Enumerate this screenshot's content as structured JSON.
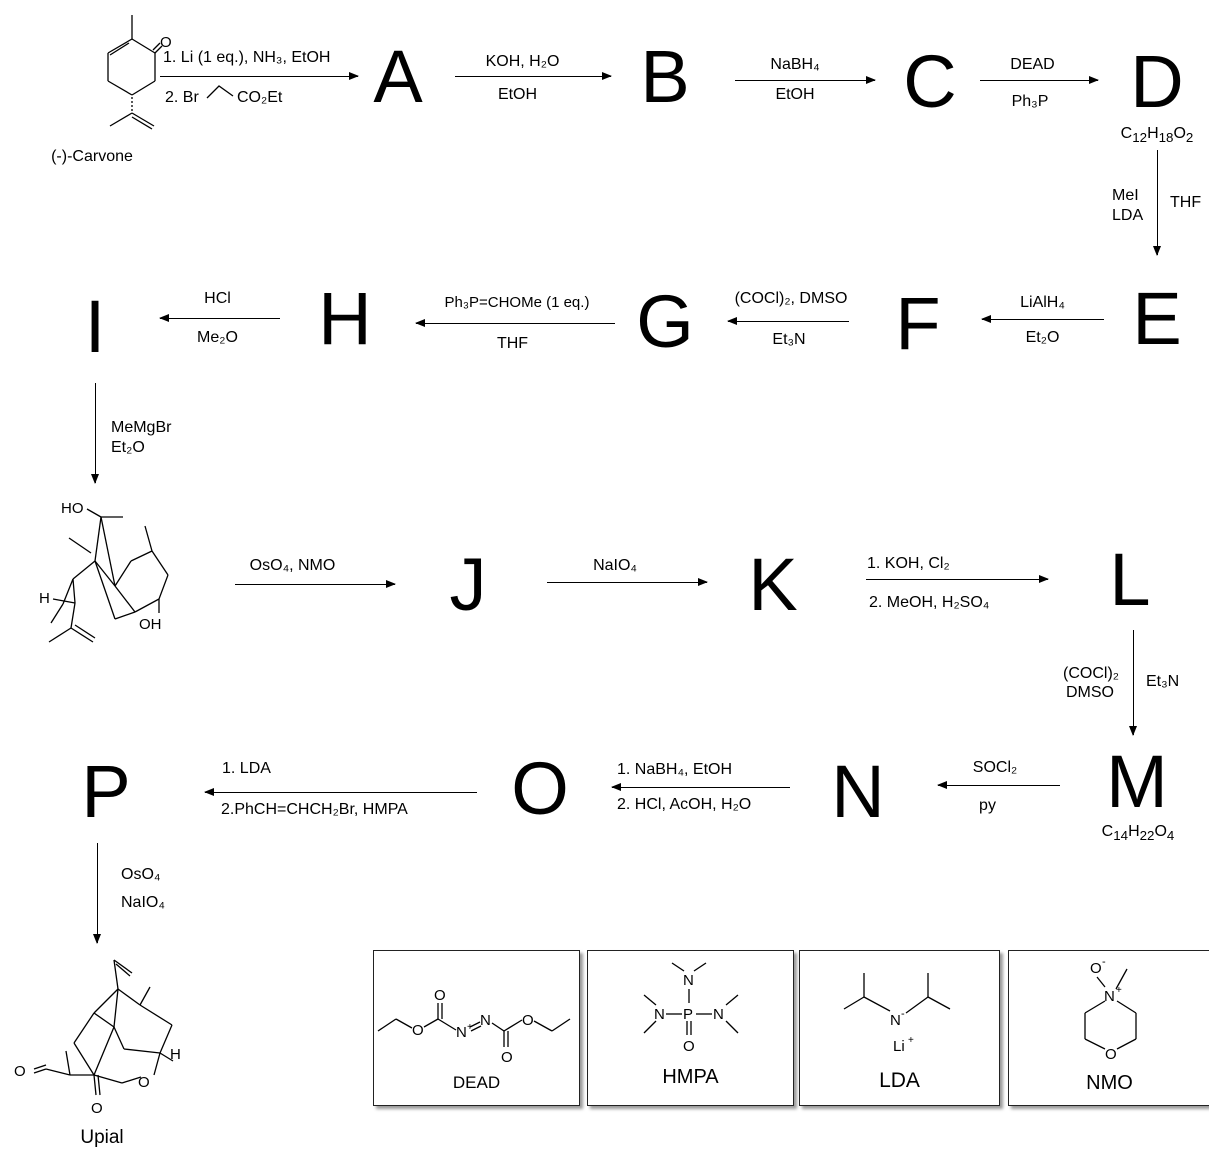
{
  "compounds": {
    "A": "A",
    "B": "B",
    "C": "C",
    "D": "D",
    "E": "E",
    "F": "F",
    "G": "G",
    "H": "H",
    "I": "I",
    "J": "J",
    "K": "K",
    "L": "L",
    "M": "M",
    "N": "N",
    "O": "O",
    "P": "P"
  },
  "formulas": {
    "D": [
      "C",
      "12",
      "H",
      "18",
      "O",
      "2"
    ],
    "M": [
      "C",
      "14",
      "H",
      "22",
      "O",
      "4"
    ]
  },
  "structures": {
    "carvone": {
      "name": "(-)-Carvone",
      "atom_o": "O"
    },
    "diol": {
      "ho": "HO",
      "oh": "OH",
      "h": "H"
    },
    "upial": {
      "name": "Upial",
      "o1": "O",
      "o2": "O",
      "o3": "O",
      "h": "H"
    }
  },
  "reagents": {
    "carvone_to_A": {
      "line1": "1. Li (1 eq.), NH₃, EtOH",
      "line2_prefix": "2. Br",
      "line2_suffix": "CO₂Et"
    },
    "A_to_B": {
      "top": "KOH, H₂O",
      "bottom": "EtOH"
    },
    "B_to_C": {
      "top": "NaBH₄",
      "bottom": "EtOH"
    },
    "C_to_D": {
      "top": "DEAD",
      "bottom": "Ph₃P"
    },
    "D_to_E": {
      "left1": "MeI",
      "left2": "LDA",
      "right": "THF"
    },
    "E_to_F": {
      "top": "LiAlH₄",
      "bottom": "Et₂O"
    },
    "F_to_G": {
      "top": "(COCl)₂, DMSO",
      "bottom": "Et₃N"
    },
    "G_to_H": {
      "top": "Ph₃P=CHOMe (1 eq.)",
      "bottom": "THF"
    },
    "H_to_I": {
      "top": "HCl",
      "bottom": "Me₂O"
    },
    "I_to_diol": {
      "line1": "MeMgBr",
      "line2": "Et₂O"
    },
    "diol_to_J": {
      "top": "OsO₄, NMO"
    },
    "J_to_K": {
      "top": "NaIO₄"
    },
    "K_to_L": {
      "top": "1. KOH, Cl₂",
      "bottom": "2. MeOH, H₂SO₄"
    },
    "L_to_M": {
      "left1": "(COCl)₂",
      "left2": "DMSO",
      "right": "Et₃N"
    },
    "M_to_N": {
      "top": "SOCl₂",
      "bottom": "py"
    },
    "N_to_O": {
      "top": "1. NaBH₄, EtOH",
      "bottom": "2. HCl, AcOH, H₂O"
    },
    "O_to_P": {
      "top": "1. LDA",
      "bottom": "2.PhCH=CHCH₂Br, HMPA"
    },
    "P_to_upial": {
      "line1": "OsO₄",
      "line2": "NaIO₄"
    }
  },
  "legend": {
    "DEAD": {
      "label": "DEAD",
      "o1": "O",
      "o2": "O",
      "o3": "O",
      "o4": "O",
      "n1": "N",
      "n1_charge": "+",
      "n2": "N"
    },
    "HMPA": {
      "label": "HMPA",
      "n1": "N",
      "n2": "N",
      "n3": "N",
      "p": "P",
      "o": "O"
    },
    "LDA": {
      "label": "LDA",
      "n": "N",
      "n_charge": "-",
      "li": "Li",
      "li_charge": "+"
    },
    "NMO": {
      "label": "NMO",
      "o_top": "O",
      "o_charge": "-",
      "n": "N",
      "n_charge": "+",
      "o_ring": "O"
    }
  }
}
